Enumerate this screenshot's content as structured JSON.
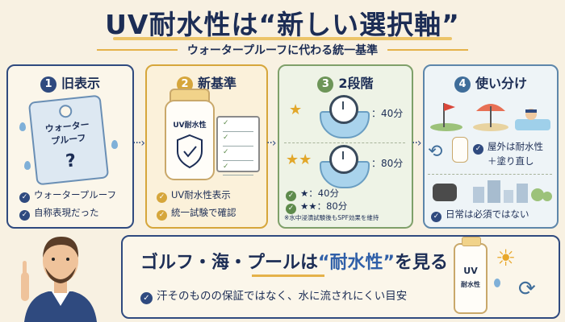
{
  "header": {
    "title": "UV耐水性は“新しい選択軸”",
    "subtitle": "ウォータープルーフに代わる統一基準"
  },
  "panels": [
    {
      "number": "1",
      "heading": "旧表示",
      "tag_text_1": "ウォーター",
      "tag_text_2": "プルーフ",
      "tag_mark": "?",
      "bullets": [
        "ウォータープルーフ",
        "自称表現だった"
      ]
    },
    {
      "number": "2",
      "heading": "新基準",
      "bottle_label": "UV耐水性",
      "bullets": [
        "UV耐水性表示",
        "統一試験で確認"
      ]
    },
    {
      "number": "3",
      "heading": "2段階",
      "rows": [
        {
          "stars": "★",
          "time": "：40分"
        },
        {
          "stars": "★★",
          "time": "：80分"
        }
      ],
      "bullets": [
        "★：40分",
        "★★：80分"
      ],
      "note": "※水中浸漬試験後もSPF効果を維持"
    },
    {
      "number": "4",
      "heading": "使い分け",
      "bullets": [
        "屋外は耐水性",
        "＋塗り直し",
        "日常は必須ではない"
      ]
    }
  ],
  "bottom": {
    "title_prefix": "ゴルフ・海・プールは",
    "title_highlight": "“耐水性”",
    "title_suffix": "を見る",
    "note": "汗そのものの保証ではなく、水に流されにくい目安",
    "bottle_label_1": "UV",
    "bottle_label_2": "耐水性"
  },
  "colors": {
    "navy": "#1c2d55",
    "gold": "#d6a63b",
    "green": "#5e8b4c",
    "blue": "#3f6d9a",
    "background": "#f8f1e2"
  }
}
